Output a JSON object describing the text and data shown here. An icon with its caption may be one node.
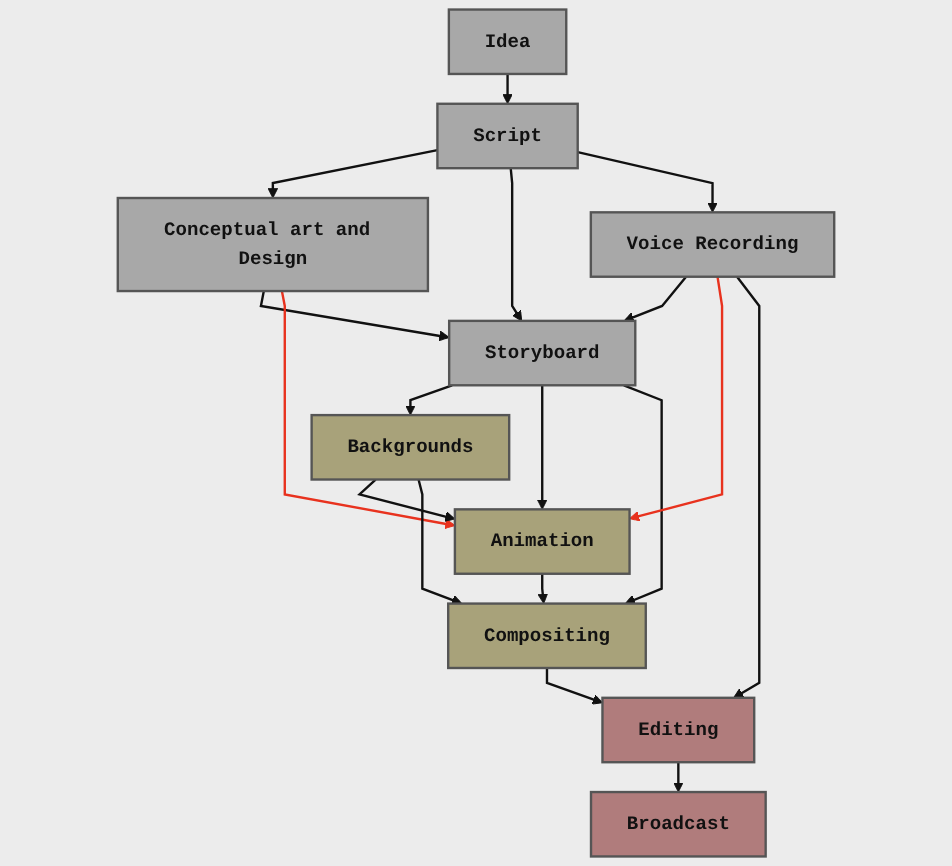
{
  "diagram": {
    "nodes": [
      {
        "text": [
          "Idea"
        ]
      },
      {
        "text": [
          "Script"
        ]
      },
      {
        "text": [
          "Conceptual art and Design"
        ]
      },
      {
        "text": [
          "Storyboard"
        ]
      },
      {
        "text": [
          "Voice Recording"
        ]
      },
      {
        "text": [
          "Backgrounds"
        ]
      },
      {
        "text": [
          "Animation"
        ]
      },
      {
        "text": [
          "Compositing"
        ]
      },
      {
        "text": [
          "Editing"
        ]
      },
      {
        "text": [
          "Broadcast"
        ]
      }
    ],
    "edges": [
      {
        "from": 0,
        "to": 1,
        "arrow": "to"
      },
      {
        "from": 1,
        "to": 2,
        "arrow": "to"
      },
      {
        "from": 1,
        "to": 3,
        "arrow": "to"
      },
      {
        "from": 1,
        "to": 4,
        "arrow": "to"
      },
      {
        "from": 2,
        "to": 3,
        "arrow": "to"
      },
      {
        "from": 4,
        "to": 3,
        "arrow": "to"
      },
      {
        "from": 3,
        "to": 5,
        "arrow": "to"
      },
      {
        "from": 3,
        "to": 6,
        "arrow": "to"
      },
      {
        "from": 3,
        "to": 7,
        "arrow": "to"
      },
      {
        "from": 2,
        "to": 6,
        "arrow": "to",
        "color": "#e8321e"
      },
      {
        "from": 4,
        "to": 6,
        "arrow": "to",
        "color": "#e8321e"
      },
      {
        "from": 5,
        "to": 6,
        "arrow": "to"
      },
      {
        "from": 5,
        "to": 7,
        "arrow": "to"
      },
      {
        "from": 6,
        "to": 7,
        "arrow": "to"
      },
      {
        "from": 4,
        "to": 8,
        "arrow": "to"
      },
      {
        "from": 7,
        "to": 8,
        "arrow": "to"
      },
      {
        "from": 8,
        "to": 9,
        "arrow": "to"
      }
    ]
  }
}
